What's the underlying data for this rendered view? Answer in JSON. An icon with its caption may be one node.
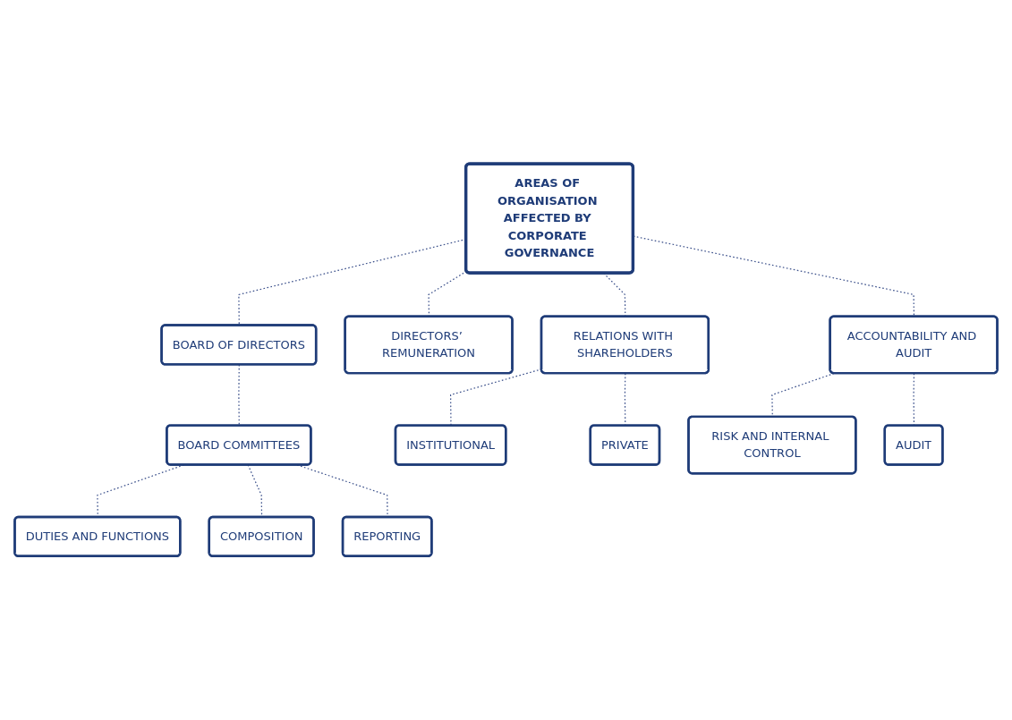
{
  "diagram": {
    "nodes": [
      {
        "text": [
          "AREAS OF ORGANISATION AFFECTED BY CORPORATE GOVERNANCE"
        ]
      },
      {
        "text": [
          "BOARD OF DIRECTORS"
        ]
      },
      {
        "text": [
          "DIRECTORS’ REMUNERATION"
        ]
      },
      {
        "text": [
          "RELATIONS WITH SHAREHOLDERS"
        ]
      },
      {
        "text": [
          "ACCOUNTABILITY AND AUDIT"
        ]
      },
      {
        "text": [
          "BOARD COMMITTEES"
        ]
      },
      {
        "text": [
          "INSTITUTIONAL"
        ]
      },
      {
        "text": [
          "PRIVATE"
        ]
      },
      {
        "text": [
          "RISK AND INTERNAL CONTROL"
        ]
      },
      {
        "text": [
          "AUDIT"
        ]
      },
      {
        "text": [
          "DUTIES AND FUNCTIONS"
        ]
      },
      {
        "text": [
          "COMPOSITION"
        ]
      },
      {
        "text": [
          "REPORTING"
        ]
      }
    ],
    "edges": [
      {
        "from": 0,
        "to": 1,
        "arrow": "none",
        "style": "dashed"
      },
      {
        "from": 0,
        "to": 2,
        "arrow": "none",
        "style": "dashed"
      },
      {
        "from": 0,
        "to": 3,
        "arrow": "none",
        "style": "dashed"
      },
      {
        "from": 0,
        "to": 4,
        "arrow": "none",
        "style": "dashed"
      },
      {
        "from": 1,
        "to": 5,
        "arrow": "none",
        "style": "dashed"
      },
      {
        "from": 3,
        "to": 6,
        "arrow": "none",
        "style": "dashed"
      },
      {
        "from": 3,
        "to": 7,
        "arrow": "none",
        "style": "dashed"
      },
      {
        "from": 4,
        "to": 8,
        "arrow": "none",
        "style": "dashed"
      },
      {
        "from": 4,
        "to": 9,
        "arrow": "none",
        "style": "dashed"
      },
      {
        "from": 5,
        "to": 10,
        "arrow": "none",
        "style": "dashed"
      },
      {
        "from": 5,
        "to": 11,
        "arrow": "none",
        "style": "dashed"
      },
      {
        "from": 5,
        "to": 12,
        "arrow": "none",
        "style": "dashed"
      }
    ]
  }
}
